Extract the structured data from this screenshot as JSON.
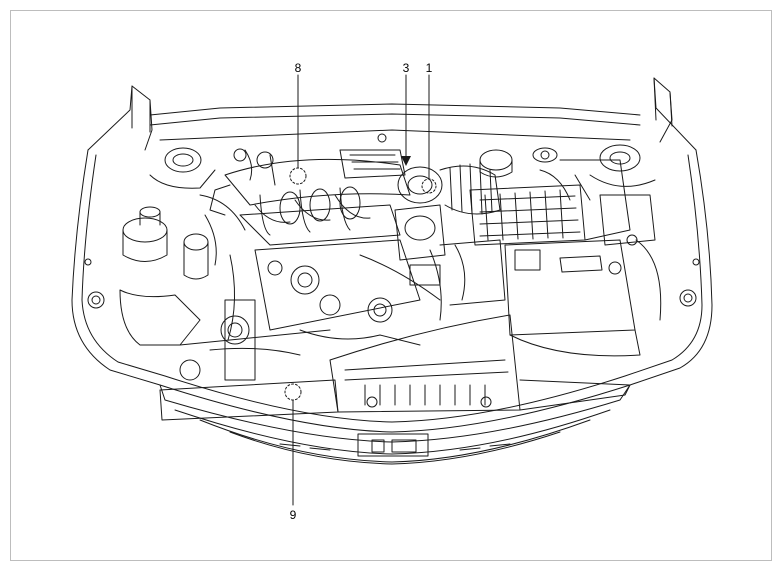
{
  "diagram": {
    "callouts": [
      {
        "id": "c8",
        "label": "8"
      },
      {
        "id": "c3",
        "label": "3"
      },
      {
        "id": "c1",
        "label": "1"
      },
      {
        "id": "c9",
        "label": "9"
      }
    ],
    "colors": {
      "line": "#1a1a1a",
      "frame": "#bdbdbd",
      "background": "#ffffff"
    }
  }
}
